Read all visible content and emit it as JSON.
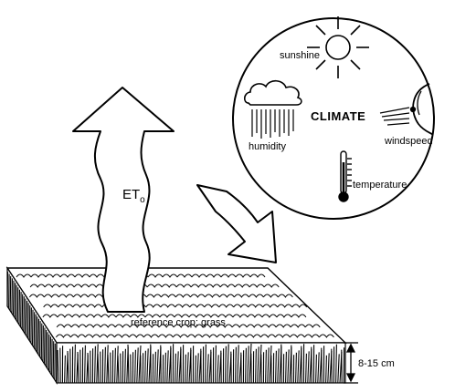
{
  "climate": {
    "label": "CLIMATE",
    "factors": {
      "sunshine": "sunshine",
      "humidity": "humidity",
      "windspeed": "windspeed",
      "temperature": "temperature"
    }
  },
  "evapotranspiration": {
    "symbol": "ET",
    "subscript": "o"
  },
  "crop": {
    "label": "reference crop: grass",
    "height": "8-15 cm"
  },
  "icons": [
    "sun-icon",
    "cloud-rain-icon",
    "wind-icon",
    "thermometer-icon",
    "arrow-up-icon",
    "arrow-down-left-icon"
  ]
}
